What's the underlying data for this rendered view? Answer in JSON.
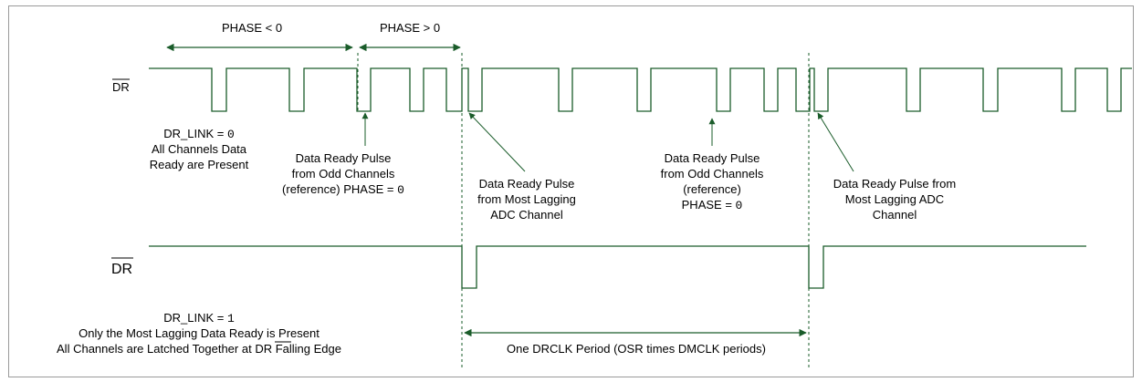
{
  "colors": {
    "waveform": "#1a5c2a",
    "text": "#000000",
    "frame": "#9a9a9a",
    "guide": "#1a5c2a"
  },
  "signals": {
    "top_label": "DR",
    "bottom_label": "DR"
  },
  "phase": {
    "left_label": "PHASE < 0",
    "right_label": "PHASE > 0"
  },
  "annotations": {
    "link0": {
      "line1_prefix": "DR_LINK = ",
      "line1_value": "0",
      "line2": "All Channels Data",
      "line3": "Ready are Present"
    },
    "odd_ref_1": {
      "line1": "Data Ready Pulse",
      "line2": "from Odd Channels",
      "line3_prefix": "(reference) PHASE = ",
      "line3_value": "0"
    },
    "lagging_1": {
      "line1": "Data Ready Pulse",
      "line2": "from Most Lagging",
      "line3": "ADC Channel"
    },
    "odd_ref_2": {
      "line1": "Data Ready Pulse",
      "line2": "from Odd Channels",
      "line3": "(reference)",
      "line4_prefix": "PHASE = ",
      "line4_value": "0"
    },
    "lagging_2": {
      "line1": "Data Ready Pulse from",
      "line2": "Most Lagging ADC",
      "line3": "Channel"
    },
    "link1": {
      "line1_prefix": "DR_LINK = ",
      "line1_value": "1",
      "line2": "Only the Most Lagging Data Ready is Present",
      "line3_prefix": "All Channels are Latched Together at ",
      "line3_over": "DR",
      "line3_suffix": " Falling Edge"
    }
  },
  "period": {
    "label": "One DRCLK Period (OSR times DMCLK periods)"
  }
}
